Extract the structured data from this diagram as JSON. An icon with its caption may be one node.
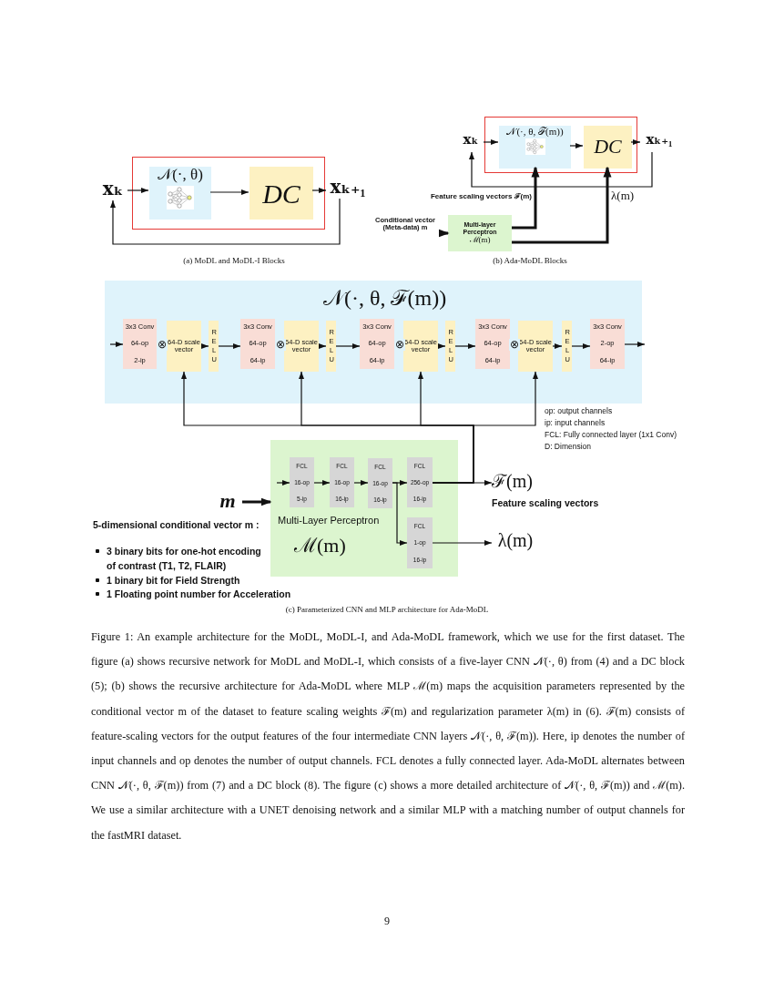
{
  "diagram": {
    "caption": "Figure 1: An example architecture for the MoDL, MoDL-I, and Ada-MoDL framework, which we use for the first dataset. The figure (a) shows recursive network for MoDL and MoDL-I, which consists of a five-layer CNN 𝒩(·, θ) from (4) and a DC block (5); (b) shows the recursive architecture for Ada-MoDL where MLP ℳ(m) maps the acquisition parameters represented by the conditional vector m of the dataset to feature scaling weights ℱ(m) and regularization parameter λ(m) in (6). ℱ(m) consists of feature-scaling vectors for the output features of the four intermediate CNN layers 𝒩(·, θ, ℱ(m)). Here, ip denotes the number of input channels and op denotes the number of output channels. FCL denotes a fully connected layer. Ada-MoDL alternates between CNN 𝒩(·, θ, ℱ(m)) from (7) and a DC block (8). The figure (c) shows a more detailed architecture of 𝒩(·, θ, ℱ(m)) and ℳ(m). We use a similar architecture with a UNET denoising network and a similar MLP with a matching number of output channels for the fastMRI dataset.",
    "nodes": [
      {
        "text": [
          "𝐱ₖ"
        ]
      },
      {
        "text": [],
        "shape": "box"
      },
      {
        "text": [
          "𝒩(·, θ)"
        ],
        "in": 1
      },
      {
        "text": [
          "DC"
        ],
        "in": 1
      },
      {
        "text": [
          "𝐱ₖ₊₁"
        ]
      },
      {
        "text": [
          "𝐱ₖ"
        ]
      },
      {
        "text": [],
        "shape": "box"
      },
      {
        "text": [
          "𝒩(·, θ, ℱ(m))"
        ],
        "in": 6
      },
      {
        "text": [
          "DC"
        ],
        "in": 6
      },
      {
        "text": [
          "𝐱ₖ₊₁"
        ]
      },
      {
        "text": [
          "Conditional vector (Meta-data) m"
        ]
      },
      {
        "text": [
          "Multi-layer Perceptron",
          "ℳ(m)"
        ]
      },
      {
        "text": [
          "𝒩(·, θ, ℱ(m))"
        ]
      },
      {
        "text": [
          "3x3 Conv",
          "64-op",
          "2-ip"
        ],
        "in": 12
      },
      {
        "text": [
          "64-D scale vector"
        ],
        "in": 12
      },
      {
        "text": [
          "RELU"
        ],
        "in": 12
      },
      {
        "text": [
          "3x3 Conv",
          "64-op",
          "64-ip"
        ],
        "in": 12
      },
      {
        "text": [
          "64-D scale vector"
        ],
        "in": 12
      },
      {
        "text": [
          "RELU"
        ],
        "in": 12
      },
      {
        "text": [
          "3x3 Conv",
          "64-op",
          "64-ip"
        ],
        "in": 12
      },
      {
        "text": [
          "64-D scale vector"
        ],
        "in": 12
      },
      {
        "text": [
          "RELU"
        ],
        "in": 12
      },
      {
        "text": [
          "3x3 Conv",
          "64-op",
          "64-ip"
        ],
        "in": 12
      },
      {
        "text": [
          "64-D scale vector"
        ],
        "in": 12
      },
      {
        "text": [
          "RELU"
        ],
        "in": 12
      },
      {
        "text": [
          "3x3 Conv",
          "2-op",
          "64-ip"
        ],
        "in": 12
      },
      {
        "text": [
          "Multi-Layer Perceptron",
          "ℳ(m)"
        ]
      },
      {
        "text": [
          "FCL",
          "16-op",
          "5-ip"
        ],
        "in": 26
      },
      {
        "text": [
          "FCL",
          "16-op",
          "16-ip"
        ],
        "in": 26
      },
      {
        "text": [
          "FCL",
          "16-op",
          "16-ip"
        ],
        "in": 26
      },
      {
        "text": [
          "FCL",
          "256-op",
          "16-ip"
        ],
        "in": 26
      },
      {
        "text": [
          "FCL",
          "1-op",
          "16-ip"
        ],
        "in": 26
      },
      {
        "text": [
          "m"
        ]
      },
      {
        "text": [
          "ℱ(m)",
          "Feature scaling vectors"
        ]
      },
      {
        "text": [
          "λ(m)"
        ]
      }
    ],
    "edges": [
      {
        "from": 0,
        "to": 2,
        "arrow": "to"
      },
      {
        "from": 2,
        "to": 3,
        "arrow": "to"
      },
      {
        "from": 3,
        "to": 4,
        "arrow": "to"
      },
      {
        "from": 4,
        "to": 0,
        "arrow": "to"
      },
      {
        "from": 5,
        "to": 7,
        "arrow": "to"
      },
      {
        "from": 7,
        "to": 8,
        "arrow": "to"
      },
      {
        "from": 8,
        "to": 9,
        "arrow": "to"
      },
      {
        "from": 9,
        "to": 5,
        "arrow": "to"
      },
      {
        "from": 10,
        "to": 11,
        "arrow": "to",
        "style": "thick"
      },
      {
        "from": 11,
        "to": 7,
        "arrow": "to",
        "label": "Feature scaling vectors ℱ(m)",
        "style": "thick"
      },
      {
        "from": 11,
        "to": 8,
        "arrow": "to",
        "label": "λ(m)",
        "style": "thick"
      },
      {
        "from": null,
        "to": 13,
        "arrow": "to"
      },
      {
        "from": 13,
        "to": 14,
        "arrow": "none",
        "label": "⊗"
      },
      {
        "from": 14,
        "to": 15,
        "arrow": "to"
      },
      {
        "from": 15,
        "to": 16,
        "arrow": "to"
      },
      {
        "from": 16,
        "to": 17,
        "arrow": "none",
        "label": "⊗"
      },
      {
        "from": 17,
        "to": 18,
        "arrow": "to"
      },
      {
        "from": 18,
        "to": 19,
        "arrow": "to"
      },
      {
        "from": 19,
        "to": 20,
        "arrow": "none",
        "label": "⊗"
      },
      {
        "from": 20,
        "to": 21,
        "arrow": "to"
      },
      {
        "from": 21,
        "to": 22,
        "arrow": "to"
      },
      {
        "from": 22,
        "to": 23,
        "arrow": "none",
        "label": "⊗"
      },
      {
        "from": 23,
        "to": 24,
        "arrow": "to"
      },
      {
        "from": 24,
        "to": 25,
        "arrow": "to"
      },
      {
        "from": 25,
        "to": null,
        "arrow": "to"
      },
      {
        "from": 32,
        "to": 26,
        "arrow": "to",
        "style": "thick"
      },
      {
        "from": null,
        "to": 27,
        "arrow": "to"
      },
      {
        "from": 27,
        "to": 28,
        "arrow": "to"
      },
      {
        "from": 28,
        "to": 29,
        "arrow": "to"
      },
      {
        "from": 29,
        "to": 30,
        "arrow": "to"
      },
      {
        "from": 29,
        "to": 31,
        "arrow": "to"
      },
      {
        "from": 30,
        "to": 33,
        "arrow": "to"
      },
      {
        "from": 31,
        "to": 34,
        "arrow": "to"
      },
      {
        "from": 30,
        "to": 14,
        "arrow": "to"
      },
      {
        "from": 30,
        "to": 17,
        "arrow": "to"
      },
      {
        "from": 30,
        "to": 20,
        "arrow": "to"
      },
      {
        "from": 30,
        "to": 23,
        "arrow": "to"
      }
    ],
    "labels": [
      "(a) MoDL and MoDL-I Blocks",
      "(b) Ada-MoDL Blocks",
      "op: output channels",
      "ip: input channels",
      "FCL: Fully connected layer (1x1 Conv)",
      "D: Dimension",
      "5-dimensional conditional vector m :",
      "3 binary bits for one-hot encoding of contrast (T1, T2, FLAIR)",
      "1 binary bit for Field Strength",
      "1 Floating point number for Acceleration",
      "(c) Parameterized CNN and MLP architecture for Ada-MoDL",
      "9"
    ]
  }
}
